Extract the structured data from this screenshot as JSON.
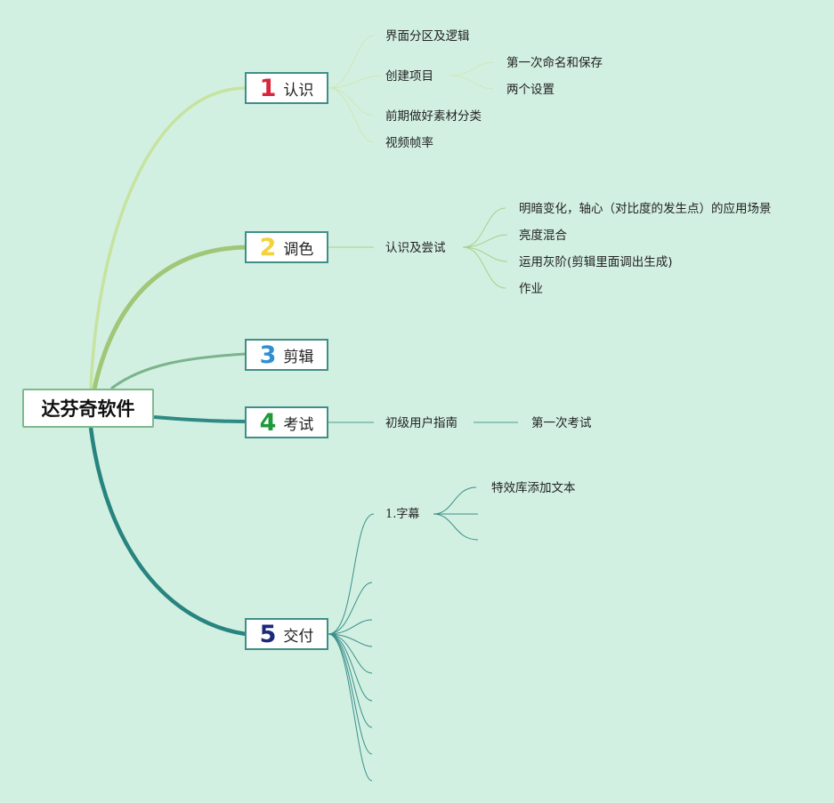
{
  "root": {
    "label": "达芬奇软件"
  },
  "branches": [
    {
      "num": "1",
      "label": "认识",
      "color": "#c6e3a0",
      "num_color": "#d7263d",
      "children": [
        {
          "label": "界面分区及逻辑"
        },
        {
          "label": "创建项目",
          "children": [
            {
              "label": "第一次命名和保存"
            },
            {
              "label": "两个设置"
            }
          ]
        },
        {
          "label": "前期做好素材分类"
        },
        {
          "label": "视频帧率"
        }
      ]
    },
    {
      "num": "2",
      "label": "调色",
      "color": "#9fc777",
      "num_color": "#f2d33b",
      "children": [
        {
          "label": "认识及尝试",
          "children": [
            {
              "label": "明暗变化，轴心（对比度的发生点）的应用场景"
            },
            {
              "label": "亮度混合"
            },
            {
              "label": "运用灰阶(剪辑里面调出生成)"
            },
            {
              "label": "作业"
            }
          ]
        }
      ]
    },
    {
      "num": "3",
      "label": "剪辑",
      "color": "#7bb38c",
      "num_color": "#2f8fd1",
      "children": []
    },
    {
      "num": "4",
      "label": "考试",
      "color": "#2f8a84",
      "num_color": "#1f9a3a",
      "children": [
        {
          "label": "初级用户指南",
          "children": [
            {
              "label": "第一次考试"
            }
          ]
        }
      ]
    },
    {
      "num": "5",
      "label": "交付",
      "color": "#27847f",
      "num_color": "#1b2a7a",
      "children": [
        {
          "label": "1.字幕",
          "children": [
            {
              "label": "特效库添加文本"
            }
          ]
        }
      ]
    }
  ]
}
